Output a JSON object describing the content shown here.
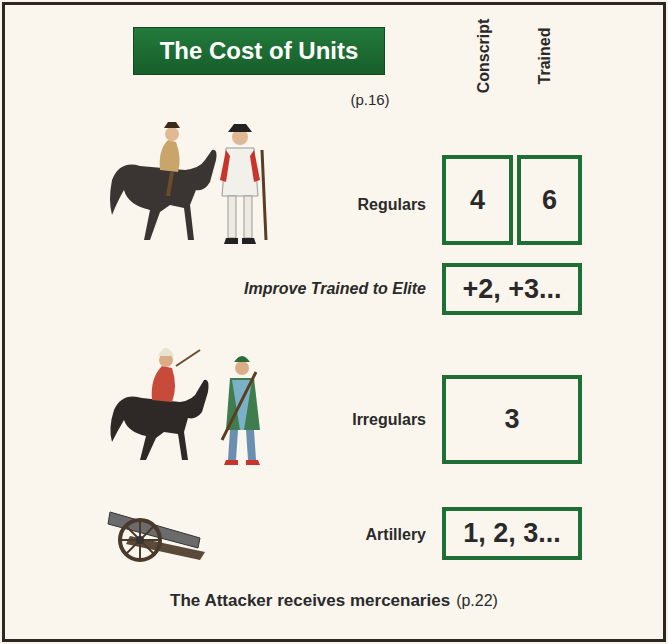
{
  "diagram": {
    "title": "The Cost of Units",
    "nodes": [
      {
        "text": [
          "The Cost of Units"
        ]
      },
      {
        "text": [
          "4"
        ]
      },
      {
        "text": [
          "6"
        ]
      },
      {
        "text": [
          "+2, +3..."
        ]
      },
      {
        "text": [
          "3"
        ]
      },
      {
        "text": [
          "1, 2, 3..."
        ]
      }
    ],
    "labels": [
      "(p.16)",
      "Conscript",
      "Trained",
      "Regulars",
      "Improve Trained to Elite",
      "Irregulars",
      "Artillery",
      "The Attacker receives mercenaries",
      "(p.22)"
    ]
  }
}
